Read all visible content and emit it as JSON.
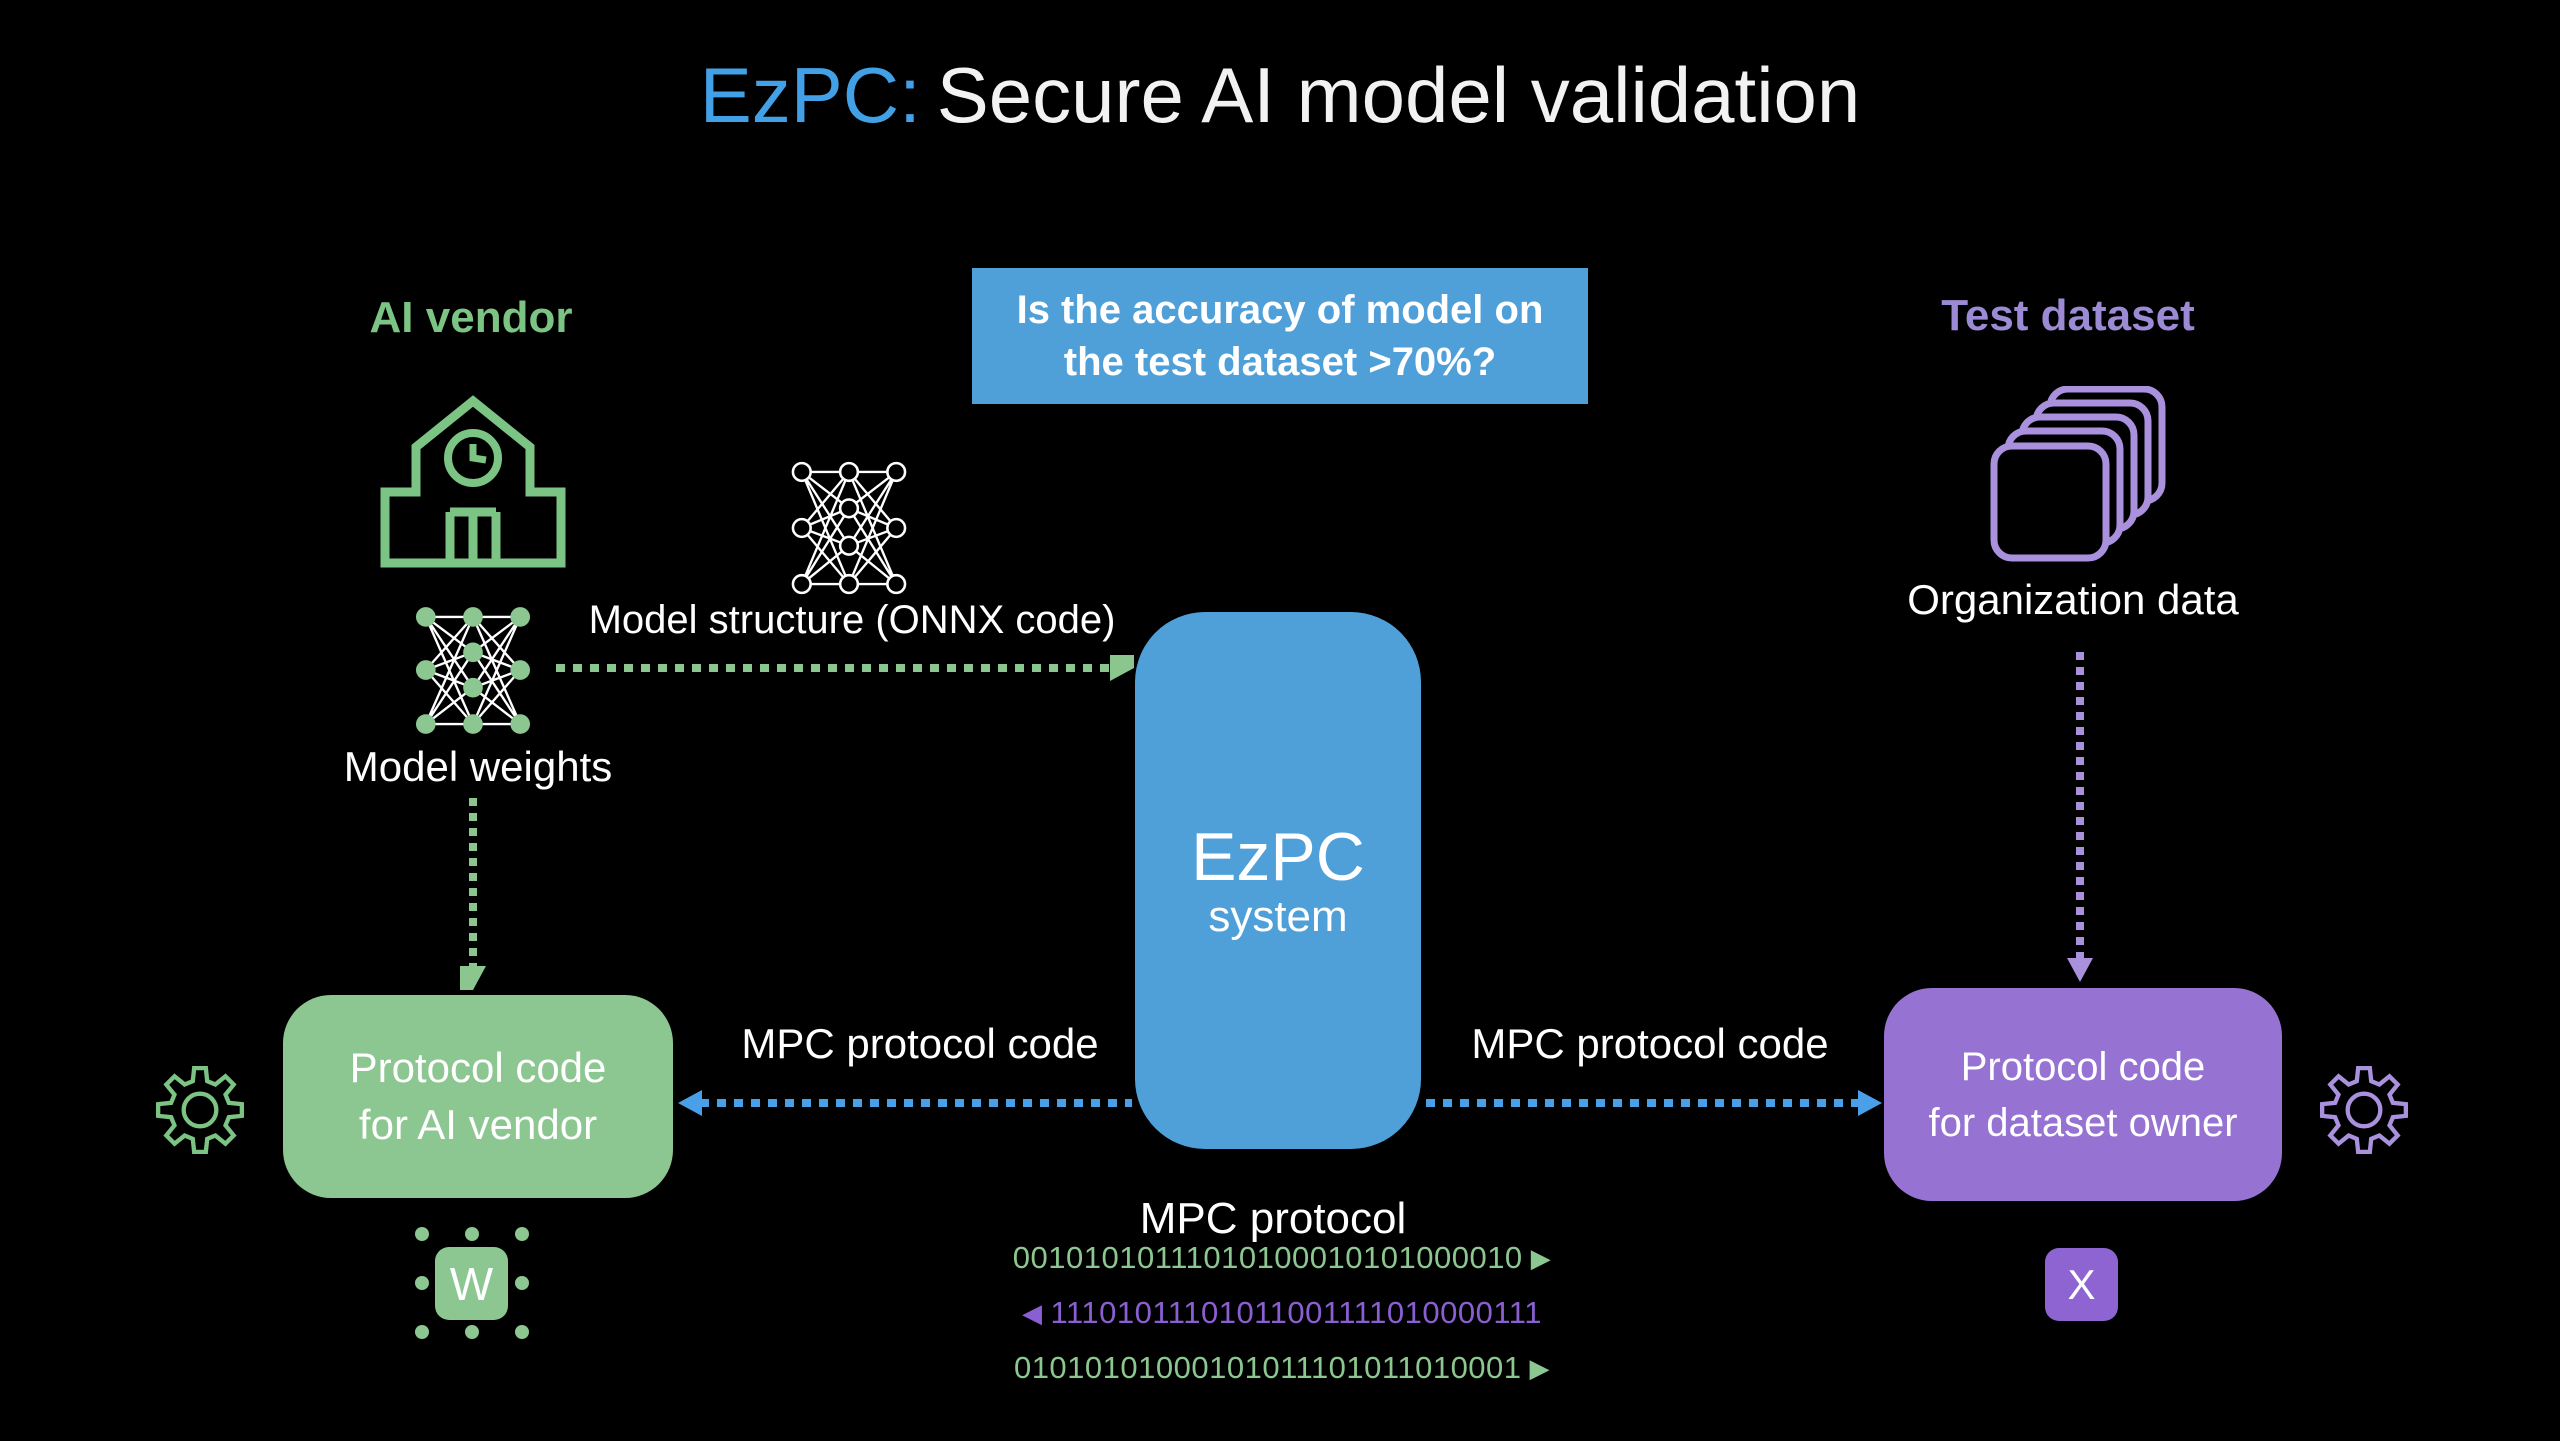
{
  "title": {
    "ezpc": "EzPC:",
    "rest": "Secure AI model validation"
  },
  "question": {
    "line1": "Is the accuracy of model on",
    "line2": "the test dataset >70%?"
  },
  "labels": {
    "ai_vendor": "AI vendor",
    "test_dataset": "Test dataset",
    "organization_data": "Organization data",
    "model_structure": "Model structure (ONNX code)",
    "model_weights": "Model weights",
    "mpc_code_left": "MPC protocol code",
    "mpc_code_right": "MPC protocol code",
    "mpc_protocol": "MPC protocol"
  },
  "boxes": {
    "ezpc": {
      "title": "EzPC",
      "subtitle": "system"
    },
    "vendor": {
      "line1": "Protocol code",
      "line2": "for AI vendor"
    },
    "owner": {
      "line1": "Protocol code",
      "line2": "for dataset owner"
    }
  },
  "chips": {
    "weights": "W",
    "data": "X"
  },
  "binary": {
    "line1": "00101010111010100010101000010",
    "line2": "11101011101011001111010000111",
    "line3": "01010101000101011101011010001"
  },
  "icons": {
    "triangle_right": "▶",
    "triangle_left": "◀"
  },
  "colors": {
    "background": "#000000",
    "title_accent_blue": "#42a0e6",
    "box_blue": "#4f9fd9",
    "arrow_blue": "#4aa0e8",
    "green_fill": "#8cc690",
    "green_outline": "#7cc483",
    "green_arrow": "#8bc68f",
    "purple_fill": "#9673d2",
    "purple_label": "#9c8bd4",
    "purple_outline": "#a991dd",
    "purple_binary": "#8a5fd2",
    "text_white": "#ffffff"
  }
}
